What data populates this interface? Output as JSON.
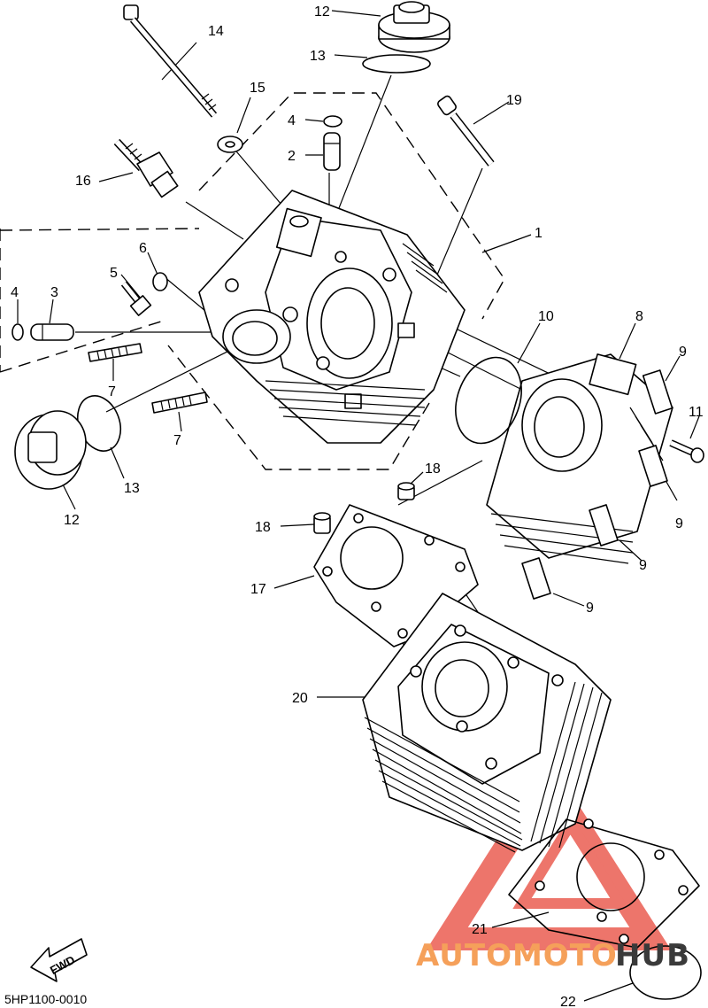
{
  "diagram_code": "5HP1100-0010",
  "fwd_label": "FWD",
  "watermark": {
    "text_a": "AUTOMOTO",
    "text_b": "HUB",
    "color_a": "#f5a05a",
    "color_b": "#3a3a3a",
    "logo_color": "#e8473a"
  },
  "labels": [
    {
      "id": "1",
      "text": "1"
    },
    {
      "id": "2",
      "text": "2"
    },
    {
      "id": "3",
      "text": "3"
    },
    {
      "id": "4a",
      "text": "4"
    },
    {
      "id": "4b",
      "text": "4"
    },
    {
      "id": "5",
      "text": "5"
    },
    {
      "id": "6",
      "text": "6"
    },
    {
      "id": "7a",
      "text": "7"
    },
    {
      "id": "7b",
      "text": "7"
    },
    {
      "id": "8",
      "text": "8"
    },
    {
      "id": "9a",
      "text": "9"
    },
    {
      "id": "9b",
      "text": "9"
    },
    {
      "id": "9c",
      "text": "9"
    },
    {
      "id": "9d",
      "text": "9"
    },
    {
      "id": "10",
      "text": "10"
    },
    {
      "id": "11",
      "text": "11"
    },
    {
      "id": "12a",
      "text": "12"
    },
    {
      "id": "12b",
      "text": "12"
    },
    {
      "id": "13a",
      "text": "13"
    },
    {
      "id": "13b",
      "text": "13"
    },
    {
      "id": "14",
      "text": "14"
    },
    {
      "id": "15",
      "text": "15"
    },
    {
      "id": "16",
      "text": "16"
    },
    {
      "id": "17",
      "text": "17"
    },
    {
      "id": "18a",
      "text": "18"
    },
    {
      "id": "18b",
      "text": "18"
    },
    {
      "id": "19",
      "text": "19"
    },
    {
      "id": "20",
      "text": "20"
    },
    {
      "id": "21",
      "text": "21"
    },
    {
      "id": "22",
      "text": "22"
    }
  ]
}
